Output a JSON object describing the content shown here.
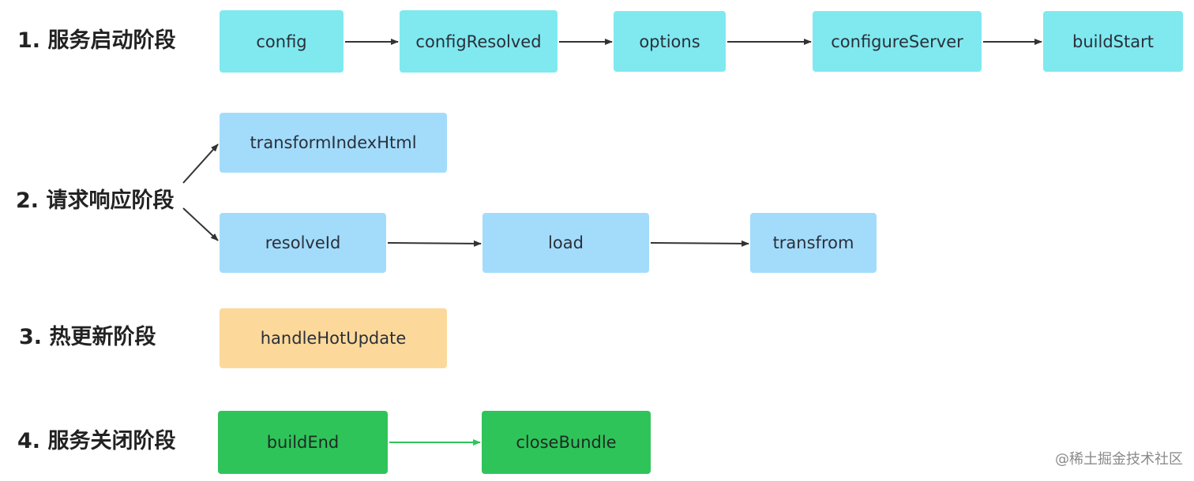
{
  "phases": [
    {
      "label": "1. 服务启动阶段"
    },
    {
      "label": "2. 请求响应阶段"
    },
    {
      "label": "3. 热更新阶段"
    },
    {
      "label": "4. 服务关闭阶段"
    }
  ],
  "nodes": {
    "config": "config",
    "configResolved": "configResolved",
    "options": "options",
    "configureServer": "configureServer",
    "buildStart": "buildStart",
    "transformIndexHtml": "transformIndexHtml",
    "resolveId": "resolveId",
    "load": "load",
    "transfrom": "transfrom",
    "handleHotUpdate": "handleHotUpdate",
    "buildEnd": "buildEnd",
    "closeBundle": "closeBundle"
  },
  "colors": {
    "startup": "#7fe9ef",
    "request": "#a3dcfb",
    "hot_update": "#fcd99a",
    "shutdown": "#2fc45a",
    "arrow": "#333333",
    "arrow_green": "#2fc45a"
  },
  "watermark": "@稀土掘金技术社区"
}
